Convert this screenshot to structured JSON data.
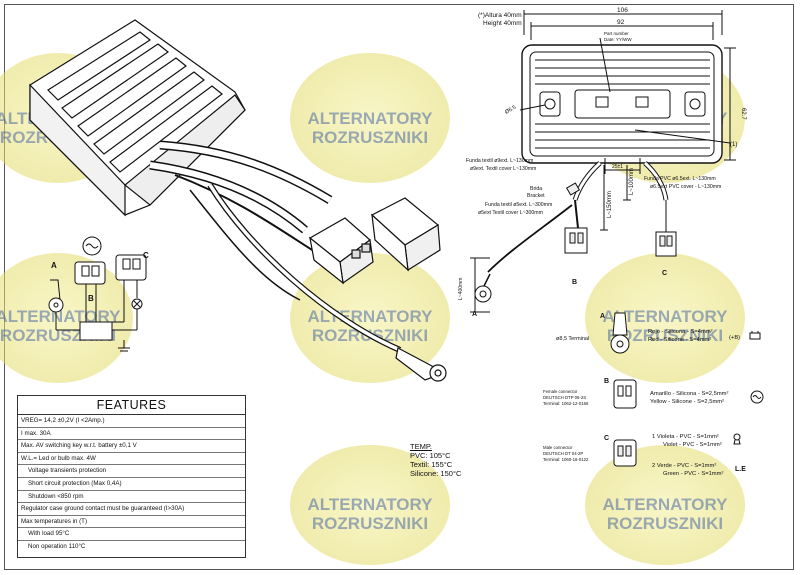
{
  "watermark": {
    "line1": "ALTERNATORY",
    "line2": "ROZRUSZNIKI",
    "color": "#e8e27a",
    "text_color": "#2a4fa0"
  },
  "features": {
    "title": "FEATURES",
    "rows": [
      "VREG= 14,2 ±0,2V (I <2Amp.)",
      "I max. 30A",
      "Max. AV switching key w.r.t. battery  ±0,1 V",
      "W.L.= Led or bulb max. 4W",
      "Voltage transients protection",
      "Short circuit protection (Max 0,4A)",
      "Shutdown <850 rpm",
      "Regulator case ground contact must be guaranteed (I>30A)",
      "Max temperatures in (T)",
      "With load 95°C",
      "Non operation 110°C"
    ]
  },
  "temp": {
    "title": "TEMP.",
    "pvc": "PVC: 105°C",
    "textil": "Textil: 155°C",
    "silicone": "Silicone: 150°C"
  },
  "dims": {
    "height_es": "(*)Altura 40mm",
    "height_en": "Height 40mm",
    "width_outer": "106",
    "width_inner": "92",
    "part_number": "Part number",
    "date": "Date: YY/WW",
    "hole": "Ø6.5",
    "height_side": "62.7",
    "pitch": "25±1",
    "mark": "(1)"
  },
  "cables": {
    "cover1_es": "Funda textil ø9ext. L~130mm",
    "cover1_en": "ø9ext. Textil cover  L~130mm",
    "bracket_es": "Brida",
    "bracket_en": "Bracket",
    "cover2_es": "Funda textil ø5ext. L~300mm",
    "cover2_en": "ø5ext Textil cover  L~300mm",
    "len150": "L~150mm",
    "len100": "L~100mm",
    "len400": "L~400mm",
    "pvc_es": "Funda PVC ø6.5ext. L~130mm",
    "pvc_en": "ø6.5ext PVC cover - L~130mm"
  },
  "schematic": {
    "a": "A",
    "b": "B",
    "c": "C"
  },
  "legend": {
    "terminal": "ø8,5 Terminal",
    "a_label": "A",
    "a_line1": "Rojo - Silicona - S=4mm²",
    "a_line2": "Red - Silicone - S=4mm²",
    "a_sign": "(+B)",
    "b_label": "B",
    "b_conn1": "Female connector",
    "b_conn2": "DEUTSCH DTP 06-2S",
    "b_conn3": "Terminal: 1062-12-0166",
    "b_line1": "Amarillo - Silicona - S=2,5mm²",
    "b_line2": "Yellow - Silicone - S=2,5mm²",
    "c_label": "C",
    "c_conn1": "Male connector",
    "c_conn2": "DEUTSCH DT 04-2P",
    "c_conn3": "Terminal: 1060-16-0122",
    "c_line1": "1  Violeta - PVC - S=1mm²",
    "c_line2": "Violet - PVC - S=1mm²",
    "c_line3": "2  Verde - PVC - S=1mm²",
    "c_line4": "Green - PVC - S=1mm²",
    "c_le": "L.E"
  },
  "drawing_labels": {
    "a": "A",
    "b": "B",
    "c": "C"
  }
}
